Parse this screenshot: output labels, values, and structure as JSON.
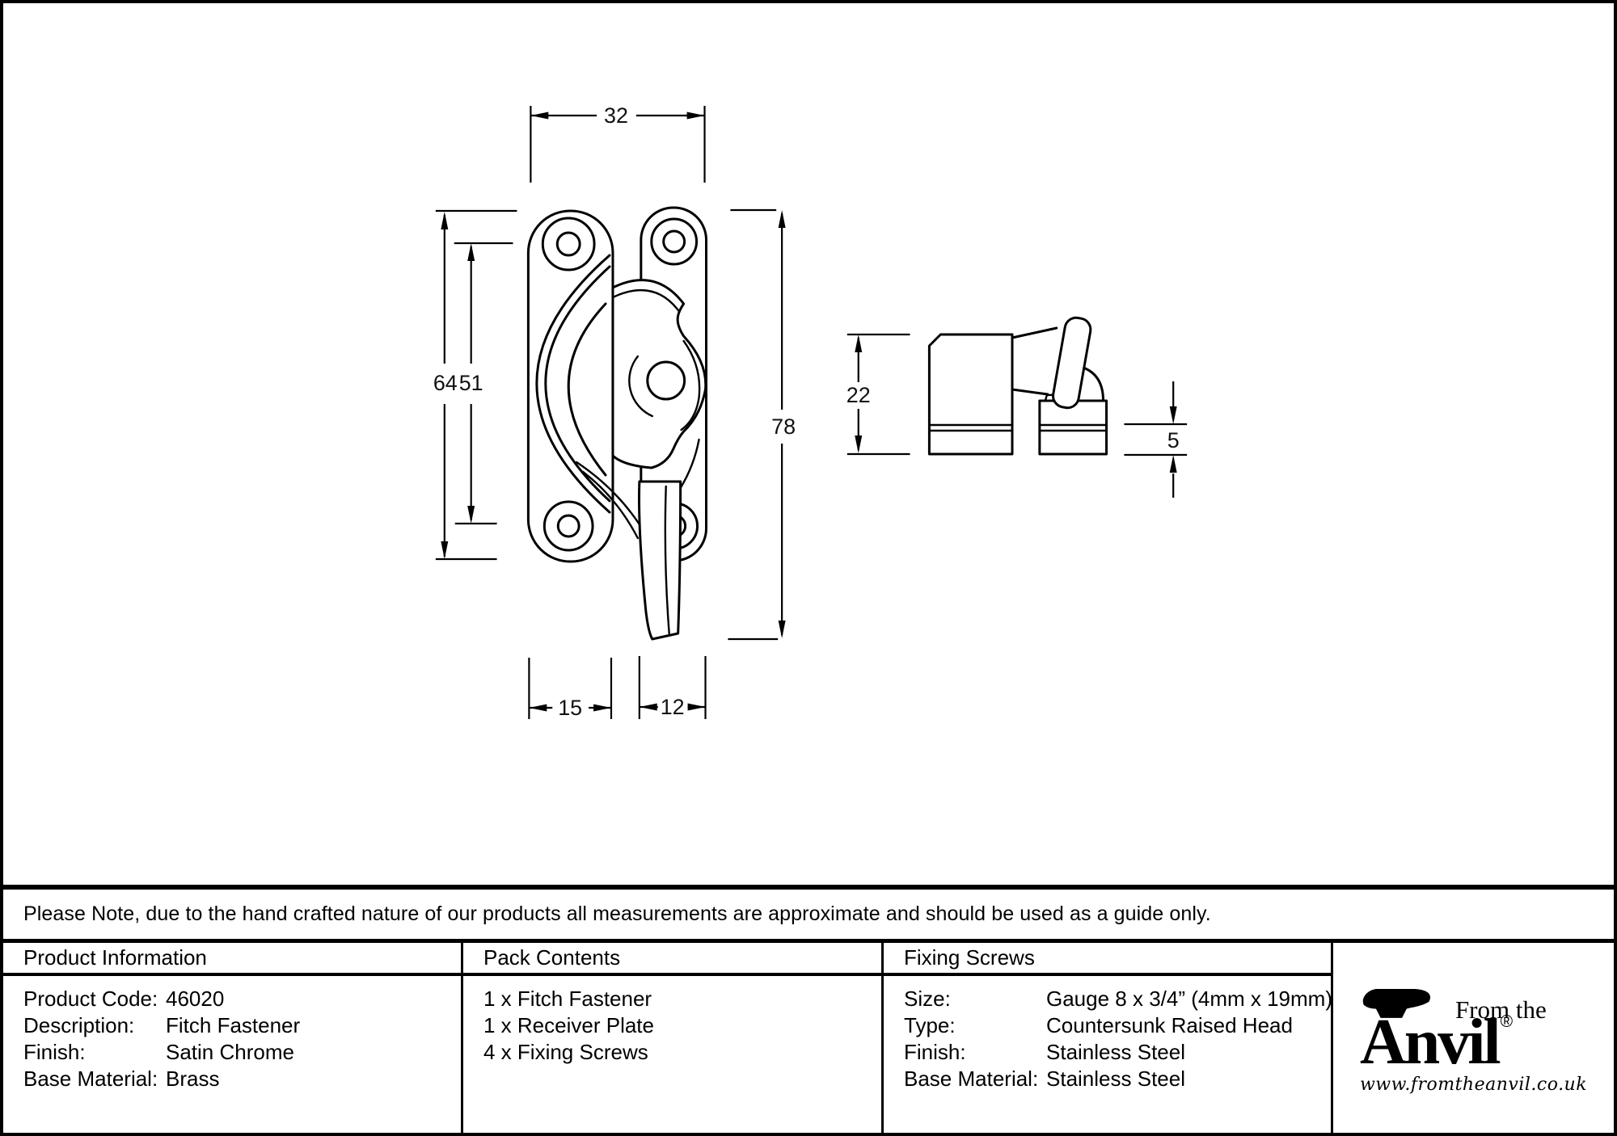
{
  "note": {
    "text": "Please Note, due to the hand crafted nature of our products all measurements are approximate and should be used as a guide only."
  },
  "drawing": {
    "front_view": {
      "overall_width": "32",
      "plate_height": "64",
      "hole_spacing": "51",
      "overall_height": "78",
      "plate_width": "15",
      "keep_width": "12"
    },
    "side_view": {
      "depth": "22",
      "plate_thickness": "5"
    }
  },
  "table": {
    "product_information": {
      "header": "Product Information",
      "rows": [
        {
          "label": "Product Code:",
          "value": "46020"
        },
        {
          "label": "Description:",
          "value": "Fitch Fastener"
        },
        {
          "label": "Finish:",
          "value": "Satin Chrome"
        },
        {
          "label": "Base Material:",
          "value": "Brass"
        }
      ]
    },
    "pack_contents": {
      "header": "Pack Contents",
      "items": [
        "1 x Fitch Fastener",
        "1 x Receiver Plate",
        "4 x Fixing Screws"
      ]
    },
    "fixing_screws": {
      "header": "Fixing Screws",
      "rows": [
        {
          "label": "Size:",
          "value": "Gauge 8 x 3/4” (4mm x 19mm)"
        },
        {
          "label": "Type:",
          "value": "Countersunk Raised Head"
        },
        {
          "label": "Finish:",
          "value": "Stainless Steel"
        },
        {
          "label": "Base Material:",
          "value": "Stainless Steel"
        }
      ]
    },
    "brand": {
      "tagline": "From the",
      "name": "Anvil",
      "registered": "®",
      "website": "www.fromtheanvil.co.uk"
    }
  }
}
